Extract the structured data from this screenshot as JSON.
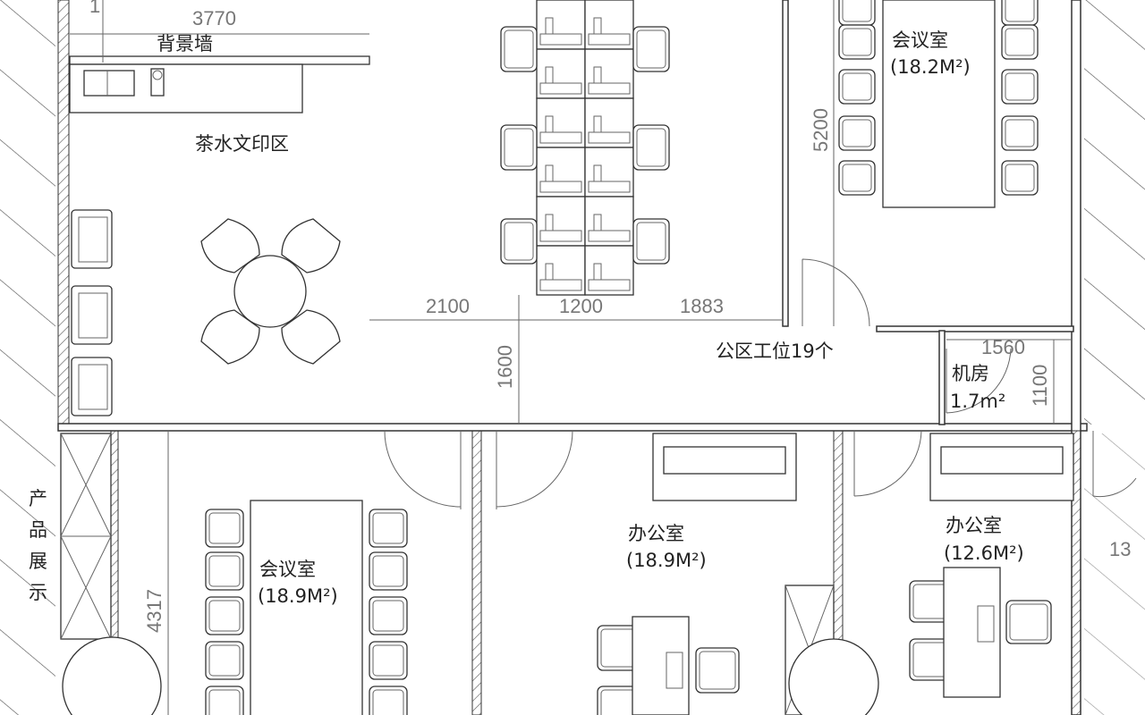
{
  "plan": {
    "labels": {
      "backdrop_wall": "背景墙",
      "pantry_print_area": "茶水文印区",
      "meeting_room_top": "会议室",
      "meeting_room_top_area": "(18.2M²)",
      "open_workstations": "公区工位19个",
      "server_room": "机房",
      "server_room_area": "1.7m²",
      "meeting_room_bottom": "会议室",
      "meeting_room_bottom_area": "(18.9M²)",
      "office_1": "办公室",
      "office_1_area": "(18.9M²)",
      "office_2": "办公室",
      "office_2_area": "(12.6M²)",
      "product_display": [
        "产",
        "品",
        "展",
        "示"
      ]
    },
    "dimensions": {
      "top_width": "3770",
      "left_top_vertical": "1",
      "aisle_left": "2100",
      "desk_width": "1200",
      "aisle_right": "1883",
      "aisle_depth": "1600",
      "meeting_room_height": "5200",
      "server_room_width": "1560",
      "server_room_depth": "1100",
      "meeting_room_bottom_length": "4317",
      "right_edge": "13"
    },
    "colors": {
      "line": "#333333",
      "dimension": "#777777",
      "background": "#ffffff"
    }
  }
}
